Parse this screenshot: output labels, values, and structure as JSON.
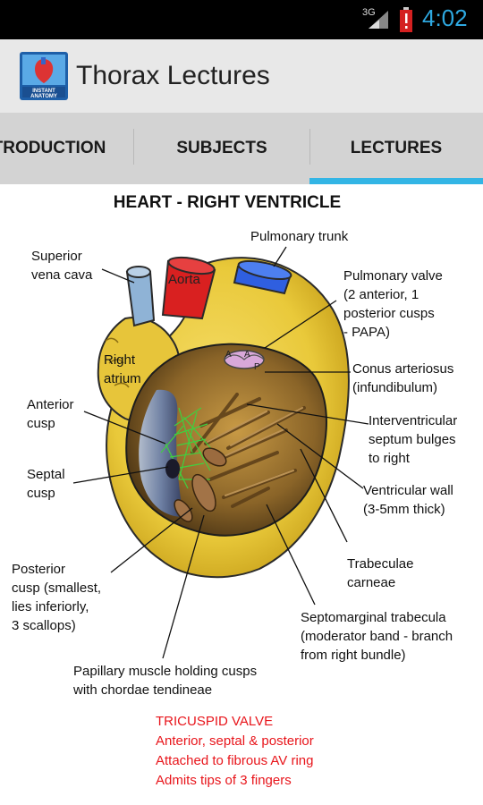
{
  "status": {
    "network": "3G",
    "time": "4:02"
  },
  "app": {
    "title": "Thorax Lectures",
    "icon_name": "instant-anatomy-logo-icon",
    "icon_text": "INSTANT ANATOMY"
  },
  "tabs": [
    {
      "label": "TRODUCTION",
      "selected": false
    },
    {
      "label": "SUBJECTS",
      "selected": false
    },
    {
      "label": "LECTURES",
      "selected": true
    }
  ],
  "figure": {
    "title": "HEART - RIGHT VENTRICLE",
    "labels": {
      "superior_vena_cava": "Superior\nvena cava",
      "aorta": "Aorta",
      "pulmonary_trunk": "Pulmonary trunk",
      "pulmonary_valve": "Pulmonary valve\n(2 anterior, 1\nposterior cusps\n- PAPA)",
      "right_atrium": "Right\natrium",
      "conus_arteriosus": "Conus arteriosus\n(infundibulum)",
      "anterior_cusp": "Anterior\ncusp",
      "interventricular_septum": "Interventricular\nseptum bulges\nto right",
      "septal_cusp": "Septal\ncusp",
      "ventricular_wall": "Ventricular wall\n(3-5mm thick)",
      "trabeculae_carneae": "Trabeculae\ncarneae",
      "posterior_cusp": "Posterior\ncusp (smallest,\nlies inferiorly,\n3 scallops)",
      "septomarginal_trabecula": "Septomarginal trabecula\n(moderator band - branch\nfrom right bundle)",
      "papillary_muscle": "Papillary muscle holding cusps\nwith chordae tendineae",
      "valve_letter_a1": "A",
      "valve_letter_a2": "A",
      "valve_letter_p": "P"
    },
    "notes": [
      "TRICUSPID VALVE",
      "Anterior, septal & posterior",
      "Attached to fibrous AV ring",
      "Admits tips of 3 fingers"
    ]
  },
  "colors": {
    "accent": "#33b5e5",
    "clock": "#2ea8e0",
    "heart_yellow": "#e9c93a",
    "aorta_red": "#d92020",
    "vena_cava_blue": "#8fb3d6",
    "pulmonary_trunk_blue": "#2f5fe0",
    "note_red": "#e8151b"
  }
}
